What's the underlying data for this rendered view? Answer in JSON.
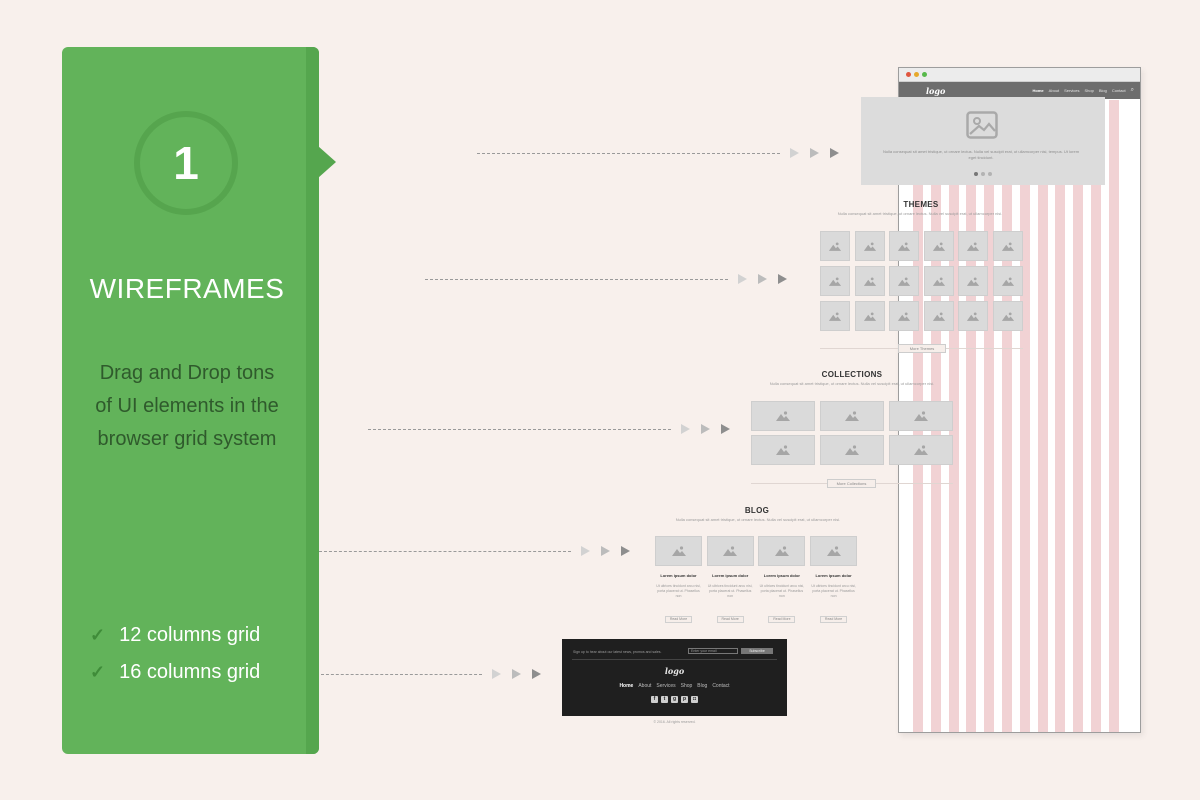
{
  "panel": {
    "step_number": "1",
    "title": "WIREFRAMES",
    "description_lines": [
      "Drag and Drop tons",
      "of UI elements in the",
      "browser grid system"
    ],
    "features": [
      "12 columns grid",
      "16 columns grid"
    ]
  },
  "browser": {
    "logo": "logo",
    "nav": [
      "Home",
      "About",
      "Services",
      "Shop",
      "Blog",
      "Contact"
    ],
    "search_icon": "search-icon"
  },
  "hero": {
    "image_icon": "image-placeholder-icon",
    "text": "Nulla consequat sit amet tristique, ut ornare lectus. Nulla vel suscipit erat, ut ullamcorper nisi, tempus. Ut lorem eget tincidunt."
  },
  "themes": {
    "title": "THEMES",
    "subtitle": "Nulla consequat sit amet tristique, ut ornare lectus. Nulla vel suscipit erat, ut ullamcorper nisi.",
    "button": "More Themes"
  },
  "collections": {
    "title": "COLLECTIONS",
    "subtitle": "Nulla consequat sit amet tristique, ut ornare lectus. Nulla vel suscipit erat, ut ullamcorper nisi.",
    "button": "More Collections"
  },
  "blog": {
    "title": "BLOG",
    "subtitle": "Nulla consequat sit amet tristique, ut ornare lectus. Nulla vel suscipit erat, ut ullamcorper nisi.",
    "posts": [
      {
        "title": "Lorem ipsum dolor",
        "excerpt": "Ut ultrices tincidunt arcu nisi, porta placerat ut. Phasellus non",
        "button": "Read More"
      },
      {
        "title": "Lorem ipsum dolor",
        "excerpt": "Ut ultrices tincidunt arcu nisi, porta placerat ut. Phasellus non",
        "button": "Read More"
      },
      {
        "title": "Lorem ipsum dolor",
        "excerpt": "Ut ultrices tincidunt arcu nisi, porta placerat ut. Phasellus non",
        "button": "Read More"
      },
      {
        "title": "Lorem ipsum dolor",
        "excerpt": "Ut ultrices tincidunt arcu nisi, porta placerat ut. Phasellus non",
        "button": "Read More"
      }
    ]
  },
  "footer": {
    "note": "Sign up to hear about our latest news, promos and sales.",
    "email_placeholder": "Enter your email",
    "subscribe": "Subscribe",
    "logo": "logo",
    "nav": [
      "Home",
      "About",
      "Services",
      "Shop",
      "Blog",
      "Contact"
    ],
    "social_icons": [
      "facebook-icon",
      "twitter-icon",
      "google-plus-icon",
      "pinterest-icon",
      "instagram-icon"
    ],
    "copyright": "© 2016. All rights reserved."
  },
  "colors": {
    "background": "#f8f0ec",
    "panel_green": "#62b35a",
    "panel_green_dark": "#55a64e",
    "grid_column": "#f1d2d4",
    "footer_dark": "#1f1f1f"
  }
}
